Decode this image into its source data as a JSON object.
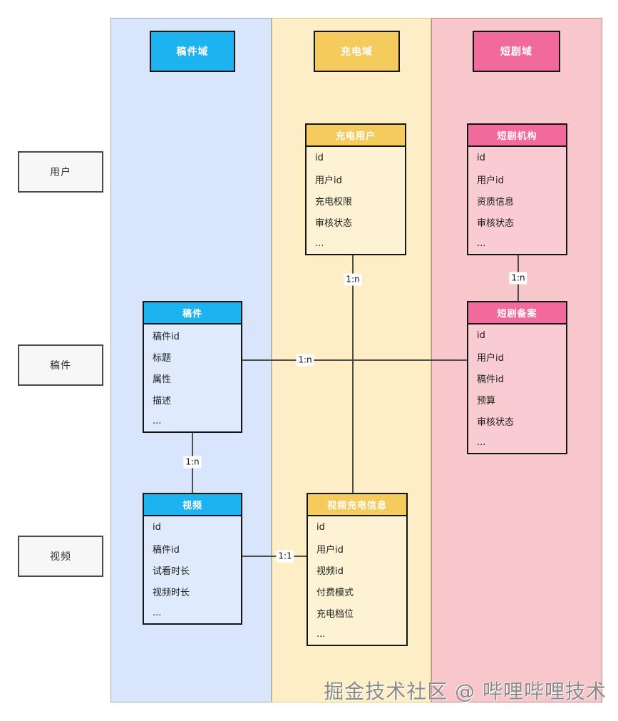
{
  "colors": {
    "lane_blue_bg": "#d9e5fa",
    "lane_yellow_bg": "#fdeec6",
    "lane_pink_bg": "#f8c7cb",
    "accent_blue": "#1db3f0",
    "accent_yellow": "#f6cb5e",
    "accent_pink": "#f2699b"
  },
  "lanes": [
    {
      "title": "稿件域"
    },
    {
      "title": "充电域"
    },
    {
      "title": "短剧域"
    }
  ],
  "side_labels": [
    {
      "label": "用户"
    },
    {
      "label": "稿件"
    },
    {
      "label": "视频"
    }
  ],
  "entities": [
    {
      "name": "充电用户",
      "domain": "充电域",
      "fields": [
        "id",
        "用户id",
        "充电权限",
        "审核状态",
        "..."
      ]
    },
    {
      "name": "短剧机构",
      "domain": "短剧域",
      "fields": [
        "id",
        "用户id",
        "资质信息",
        "审核状态",
        "..."
      ]
    },
    {
      "name": "稿件",
      "domain": "稿件域",
      "fields": [
        "稿件id",
        "标题",
        "属性",
        "描述",
        "..."
      ]
    },
    {
      "name": "短剧备案",
      "domain": "短剧域",
      "fields": [
        "id",
        "用户id",
        "稿件id",
        "预算",
        "审核状态",
        "..."
      ]
    },
    {
      "name": "视频",
      "domain": "稿件域",
      "fields": [
        "id",
        "稿件id",
        "试看时长",
        "视频时长",
        "..."
      ]
    },
    {
      "name": "视频充电信息",
      "domain": "充电域",
      "fields": [
        "id",
        "用户id",
        "视频id",
        "付费模式",
        "充电档位",
        "..."
      ]
    }
  ],
  "connectors": [
    {
      "label": "1:n",
      "from": "充电用户",
      "to": "视频充电信息"
    },
    {
      "label": "1:n",
      "from": "短剧机构",
      "to": "短剧备案"
    },
    {
      "label": "1:n",
      "from": "稿件",
      "to": "短剧备案"
    },
    {
      "label": "1:n",
      "from": "稿件",
      "to": "视频"
    },
    {
      "label": "1:1",
      "from": "视频",
      "to": "视频充电信息"
    }
  ],
  "watermark": "掘金技术社区 @ 哔哩哔哩技术"
}
